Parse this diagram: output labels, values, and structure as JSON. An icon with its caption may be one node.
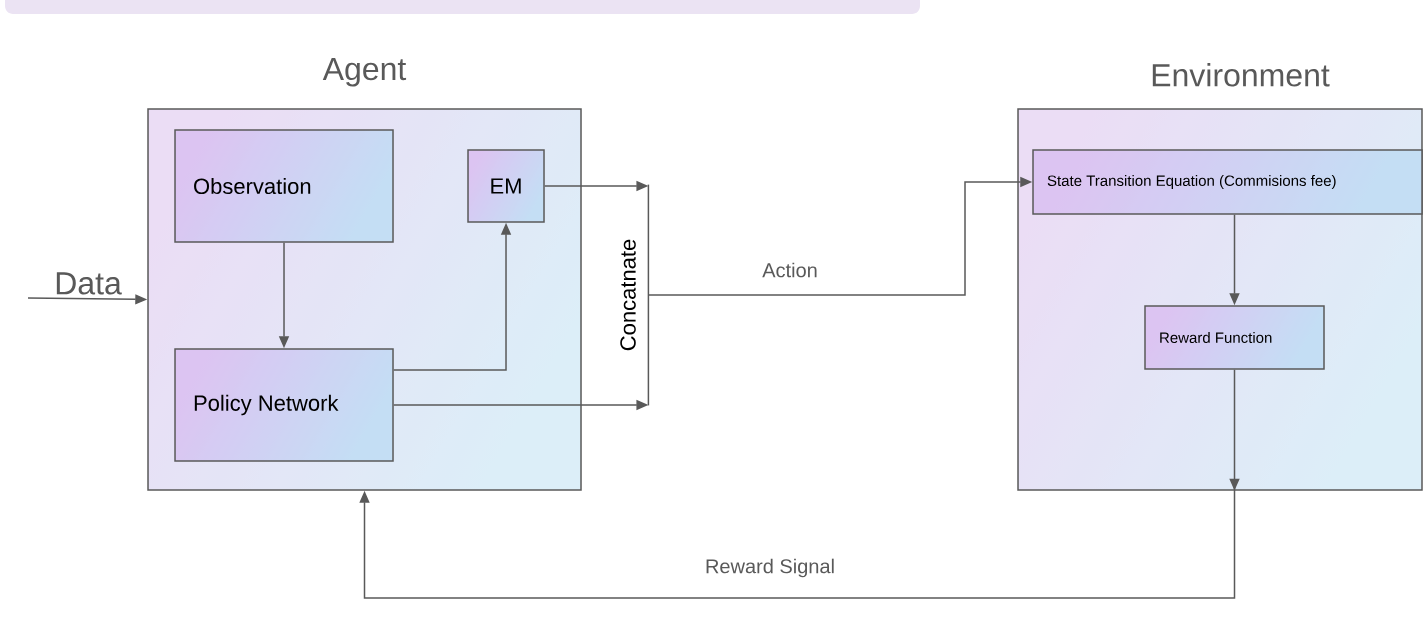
{
  "diagram": {
    "nodes": [
      {
        "text": [
          "Agent"
        ]
      },
      {
        "text": [
          "Observation"
        ],
        "in": 0
      },
      {
        "text": [
          "EM"
        ],
        "in": 0
      },
      {
        "text": [
          "Policy Network"
        ],
        "in": 0
      },
      {
        "text": [
          "Concatnate"
        ]
      },
      {
        "text": [
          "Environment"
        ]
      },
      {
        "text": [
          "State Transition Equation (Commisions fee)"
        ],
        "in": 5
      },
      {
        "text": [
          "Reward Function"
        ],
        "in": 5
      }
    ],
    "edges": [
      {
        "from": null,
        "to": 0,
        "arrow": "to",
        "label": "Data"
      },
      {
        "from": 1,
        "to": 3,
        "arrow": "to"
      },
      {
        "from": 3,
        "to": 2,
        "arrow": "to"
      },
      {
        "from": 2,
        "to": 4,
        "arrow": "to"
      },
      {
        "from": 3,
        "to": 4,
        "arrow": "to"
      },
      {
        "from": 4,
        "to": 6,
        "arrow": "to",
        "label": "Action"
      },
      {
        "from": 6,
        "to": 7,
        "arrow": "to"
      },
      {
        "from": 7,
        "to": 0,
        "arrow": "to",
        "label": "Reward Signal"
      }
    ]
  }
}
